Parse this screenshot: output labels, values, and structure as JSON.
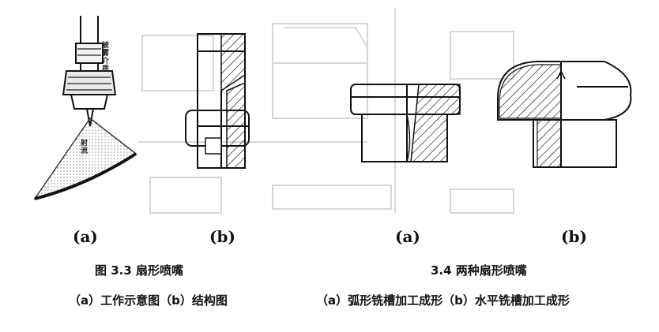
{
  "figure_3_3": {
    "label_a": "(a)",
    "label_b": "(b)",
    "title": "图 3.3  扇形喷嘴",
    "subtitle": "（a）工作示意图（b）结构图",
    "annotation_medium": "被雾介质",
    "annotation_jet": "射流"
  },
  "figure_3_4": {
    "label_a": "(a)",
    "label_b": "(b)",
    "title": "3.4  两种扇形喷嘴",
    "subtitle": "（a）弧形铣槽加工成形（b）水平铣槽加工成形"
  },
  "colors": {
    "ink": "#111111",
    "ghost": "#d6d6d6",
    "background": "#ffffff"
  }
}
